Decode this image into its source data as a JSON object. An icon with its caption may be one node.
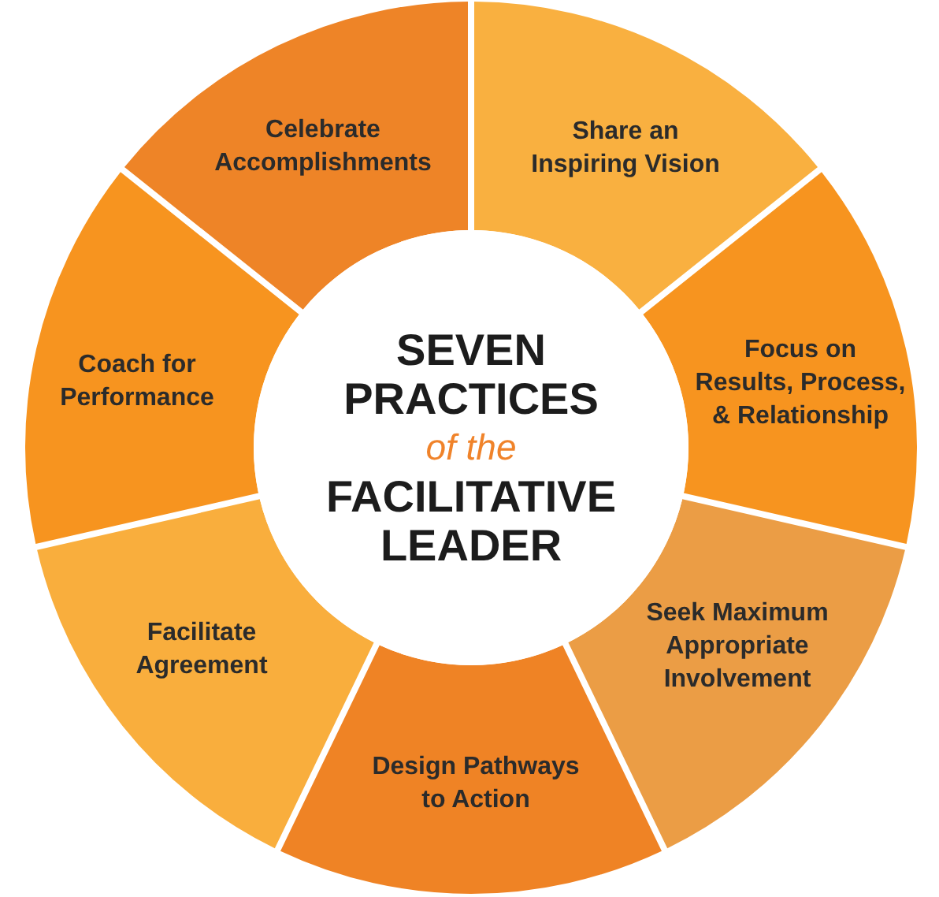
{
  "diagram": {
    "nodes": [
      {
        "text": [
          "SEVEN PRACTICES *of the* FACILITATIVE LEADER"
        ]
      },
      {
        "text": [
          "Share an Inspiring Vision"
        ]
      },
      {
        "text": [
          "Focus on Results, Process, & Relationship"
        ]
      },
      {
        "text": [
          "Seek Maximum Appropriate Involvement"
        ]
      },
      {
        "text": [
          "Design Pathways to Action"
        ]
      },
      {
        "text": [
          "Facilitate Agreement"
        ]
      },
      {
        "text": [
          "Coach for Performance"
        ]
      },
      {
        "text": [
          "Celebrate Accomplishments"
        ]
      }
    ]
  }
}
